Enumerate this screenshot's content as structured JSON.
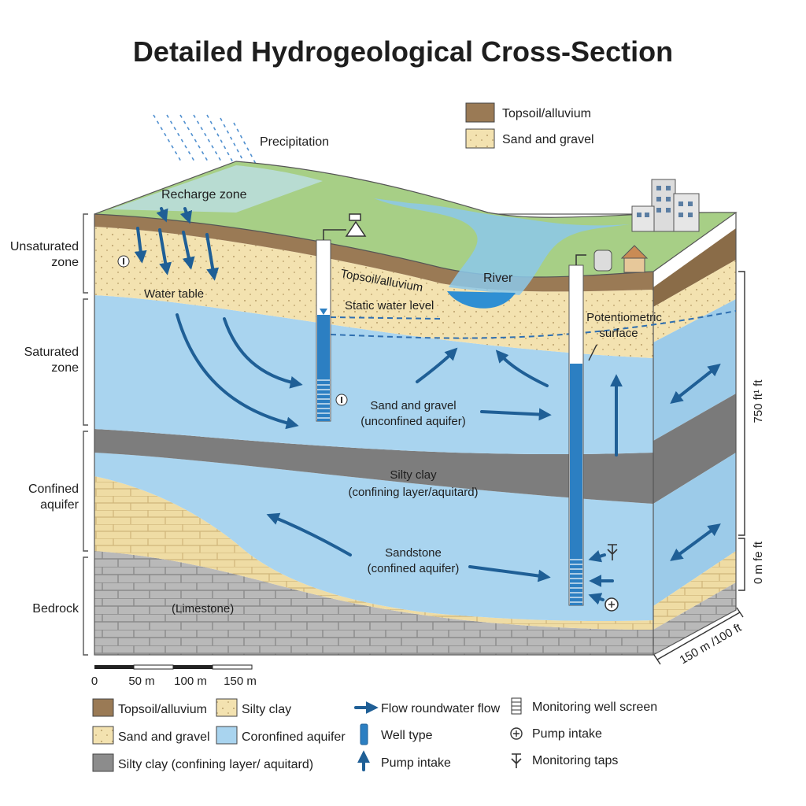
{
  "title": "Detailed Hydrogeological Cross-Section",
  "top_legend": {
    "items": [
      {
        "label": "Topsoil/alluvium",
        "color": "#9a7a55"
      },
      {
        "label": "Sand and gravel",
        "color": "#f3e2b0"
      }
    ]
  },
  "labels": {
    "precipitation": "Precipitation",
    "recharge_zone": "Recharge zone",
    "water_table": "Water table",
    "topsoil_alluvium": "Topsoil/alluvium",
    "static_water_level": "Static water level",
    "river": "River",
    "potentiometric_line1": "Potentiometric",
    "potentiometric_line2": "surface",
    "unconfined_line1": "Sand and gravel",
    "unconfined_line2": "(unconfined aquifer)",
    "silty_clay_line1": "Silty clay",
    "silty_clay_line2": "(confining layer/aquitard)",
    "sandstone_line1": "Sandstone",
    "sandstone_line2": "(confined aquifer)",
    "limestone": "(Limestone)"
  },
  "zones": {
    "unsaturated_line1": "Unsaturated",
    "unsaturated_line2": "zone",
    "saturated_line1": "Saturated",
    "saturated_line2": "zone",
    "confined_line1": "Confined",
    "confined_line2": "aquifer",
    "bedrock": "Bedrock"
  },
  "vertical_scale": {
    "upper": "750 ft¹ ft",
    "lower": "0 m fe ft"
  },
  "depth_scale": "150 m /100 ft",
  "scale_bar": {
    "ticks": [
      "0",
      "50 m",
      "100 m",
      "150 m"
    ]
  },
  "bottom_legend": {
    "col1": [
      {
        "label": "Topsoil/alluvium",
        "color": "#9a7a55"
      },
      {
        "label": "Sand and gravel",
        "color": "#f3e2b0"
      },
      {
        "label": "Silty clay (confining layer/ aquitard)",
        "color": "#8c8c8c"
      }
    ],
    "col2": [
      {
        "label": "Silty clay",
        "color": "#c9ad84"
      },
      {
        "label": "Coronfined aquifer",
        "color": "#a9d4ef"
      }
    ],
    "col3": [
      {
        "label": "Flow roundwater flow",
        "icon": "flow-arrow-icon"
      },
      {
        "label": "Well type",
        "icon": "well-icon"
      },
      {
        "label": "Pump intake",
        "icon": "up-arrow-icon"
      }
    ],
    "col4": [
      {
        "label": "Monitoring well screen",
        "icon": "well-screen-icon"
      },
      {
        "label": "Pump intake",
        "icon": "pump-intake-icon"
      },
      {
        "label": "Monitoring taps",
        "icon": "monitoring-tap-icon"
      }
    ]
  },
  "colors": {
    "grass": "#a7cf86",
    "topsoil": "#9a7a55",
    "sand": "#f3e2b0",
    "water": "#a9d4ef",
    "clay": "#8c8c8c",
    "limestone": "#b8b8b8",
    "arrow": "#1f5f96"
  }
}
